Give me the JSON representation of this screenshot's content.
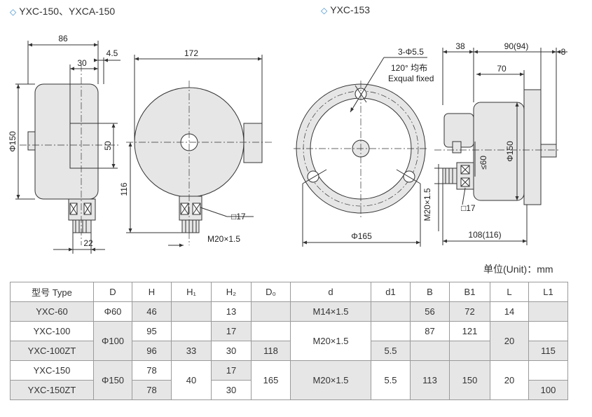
{
  "headers": {
    "left": "YXC-150、YXCA-150",
    "right": "YXC-153",
    "marker_icon": "diamond-icon",
    "marker_color": "#3a8fd0"
  },
  "dims": {
    "d86": "86",
    "d30": "30",
    "d4_5": "4.5",
    "d172": "172",
    "dphi150_left": "Φ150",
    "d50": "50",
    "d116": "116",
    "d22": "22",
    "sq17_a": "□17",
    "m20_a": "M20×1.5",
    "holes": "3-Φ5.5",
    "angle": "120°  均布",
    "equal": "Exqual fixed",
    "dphi165": "Φ165",
    "d38": "38",
    "d90": "90(94)",
    "d8": "8",
    "d70": "70",
    "dle60": "≤60",
    "dphi150_right": "Φ150",
    "m20_b": "M20×1.5",
    "sq17_b": "□17",
    "d108": "108(116)"
  },
  "unit_label": "单位(Unit)：mm",
  "table": {
    "headers": [
      "型号 Type",
      "D",
      "H",
      "H₁",
      "H₂",
      "D₀",
      "d",
      "d1",
      "B",
      "B1",
      "L",
      "L1"
    ],
    "rows": {
      "r60": {
        "type": "YXC-60",
        "D": "Φ60",
        "H": "46",
        "H2": "13",
        "d": "M14×1.5",
        "B": "56",
        "B1": "72",
        "L": "14"
      },
      "r100": {
        "type": "YXC-100",
        "D": "Φ100",
        "H": "95",
        "H2": "17",
        "d": "M20×1.5",
        "B": "87",
        "B1": "121",
        "L": "20"
      },
      "r100zt": {
        "type": "YXC-100ZT",
        "H": "96",
        "H1": "33",
        "H2": "30",
        "D0": "118",
        "d1": "5.5",
        "L1": "115"
      },
      "r150": {
        "type": "YXC-150",
        "D": "Φ150",
        "H": "78",
        "H1": "40",
        "H2": "17",
        "D0": "165",
        "d": "M20×1.5",
        "d1": "5.5",
        "B": "113",
        "B1": "150",
        "L": "20"
      },
      "r150zt": {
        "type": "YXC-150ZT",
        "H": "78",
        "H2": "30",
        "L1": "100"
      }
    }
  }
}
